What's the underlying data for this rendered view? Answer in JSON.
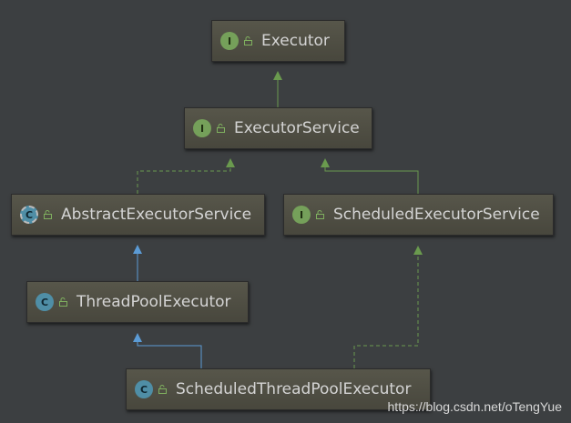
{
  "nodes": {
    "executor": {
      "badge": "I",
      "label": "Executor"
    },
    "executor_service": {
      "badge": "I",
      "label": "ExecutorService"
    },
    "abstract_executor_service": {
      "badge": "C",
      "label": "AbstractExecutorService"
    },
    "scheduled_executor_service": {
      "badge": "I",
      "label": "ScheduledExecutorService"
    },
    "thread_pool_executor": {
      "badge": "C",
      "label": "ThreadPoolExecutor"
    },
    "scheduled_thread_pool_executor": {
      "badge": "C",
      "label": "ScheduledThreadPoolExecutor"
    }
  },
  "watermark": "https://blog.csdn.net/oTengYue",
  "colors": {
    "background": "#3c3f41",
    "interface_extends_arrow": "#6a9a4e",
    "class_extends_arrow": "#5b9bd5",
    "interface_badge": "#75a05a",
    "class_badge": "#4f8ea6"
  },
  "icons": {
    "interface": "interface-badge-icon",
    "class": "class-badge-icon",
    "abstract_class": "abstract-class-badge-icon",
    "access": "unlock-icon"
  }
}
